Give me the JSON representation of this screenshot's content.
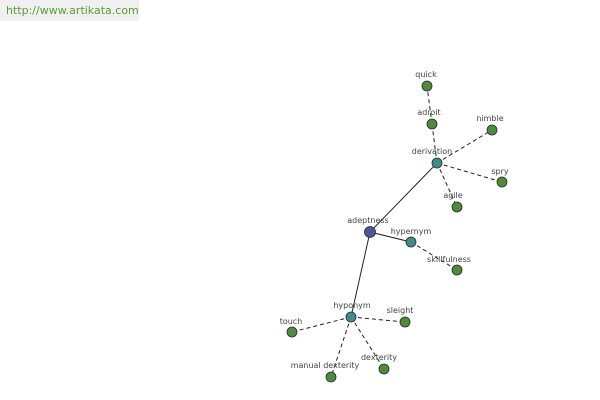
{
  "header": {
    "url": "http://www.artikata.com"
  },
  "colors": {
    "center": "#4a54a0",
    "relation": "#3e8c8c",
    "word": "#4f8a3e",
    "edge": "#222222"
  },
  "graph": {
    "nodes": [
      {
        "id": "adeptness",
        "label": "adeptness",
        "type": "center"
      },
      {
        "id": "derivation",
        "label": "derivation",
        "type": "relation"
      },
      {
        "id": "hypernym",
        "label": "hypernym",
        "type": "relation"
      },
      {
        "id": "hyponym",
        "label": "hyponym",
        "type": "relation"
      },
      {
        "id": "quick",
        "label": "quick",
        "type": "word"
      },
      {
        "id": "adroit",
        "label": "adroit",
        "type": "word"
      },
      {
        "id": "nimble",
        "label": "nimble",
        "type": "word"
      },
      {
        "id": "spry",
        "label": "spry",
        "type": "word"
      },
      {
        "id": "agile",
        "label": "agile",
        "type": "word"
      },
      {
        "id": "skillfulness",
        "label": "skillfulness",
        "type": "word"
      },
      {
        "id": "sleight",
        "label": "sleight",
        "type": "word"
      },
      {
        "id": "touch",
        "label": "touch",
        "type": "word"
      },
      {
        "id": "dexterity",
        "label": "dexterity",
        "type": "word"
      },
      {
        "id": "manual-dexterity",
        "label": "manual dexterity",
        "type": "word"
      }
    ],
    "edges": [
      {
        "from": "adeptness",
        "to": "derivation",
        "style": "solid"
      },
      {
        "from": "adeptness",
        "to": "hypernym",
        "style": "solid"
      },
      {
        "from": "adeptness",
        "to": "hyponym",
        "style": "solid"
      },
      {
        "from": "derivation",
        "to": "adroit",
        "style": "dashed"
      },
      {
        "from": "adroit",
        "to": "quick",
        "style": "dashed"
      },
      {
        "from": "derivation",
        "to": "nimble",
        "style": "dashed"
      },
      {
        "from": "derivation",
        "to": "spry",
        "style": "dashed"
      },
      {
        "from": "derivation",
        "to": "agile",
        "style": "dashed"
      },
      {
        "from": "hypernym",
        "to": "skillfulness",
        "style": "dashed"
      },
      {
        "from": "hyponym",
        "to": "sleight",
        "style": "dashed"
      },
      {
        "from": "hyponym",
        "to": "touch",
        "style": "dashed"
      },
      {
        "from": "hyponym",
        "to": "dexterity",
        "style": "dashed"
      },
      {
        "from": "hyponym",
        "to": "manual-dexterity",
        "style": "dashed"
      }
    ]
  }
}
